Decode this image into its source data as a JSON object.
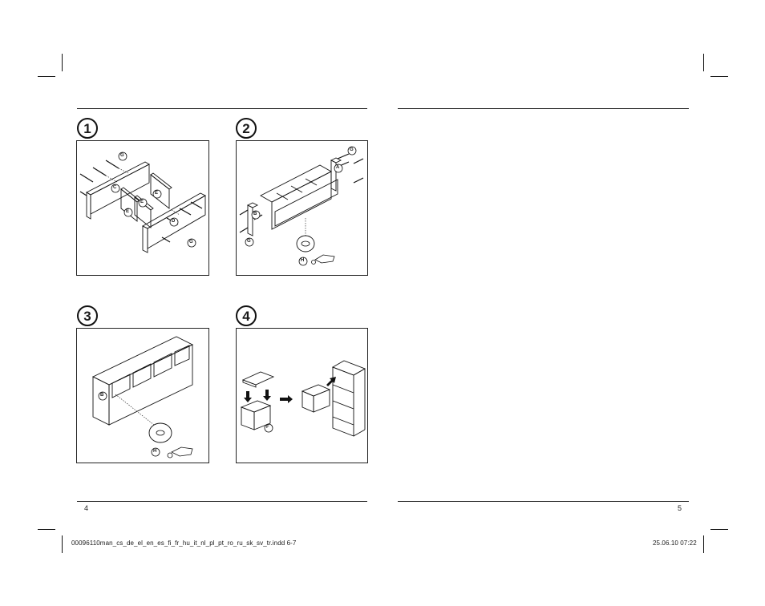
{
  "steps": [
    {
      "number": "1",
      "labels": [
        "G",
        "C",
        "E",
        "E",
        "E",
        "D",
        "G"
      ]
    },
    {
      "number": "2",
      "labels": [
        "G",
        "A",
        "B",
        "G",
        "H"
      ]
    },
    {
      "number": "3",
      "labels": [
        "B",
        "H"
      ]
    },
    {
      "number": "4",
      "labels": [
        "F"
      ]
    }
  ],
  "footer": {
    "left_page": "4",
    "right_page": "5",
    "file_name": "00096110man_cs_de_el_en_es_fi_fr_hu_it_nl_pl_pt_ro_ru_sk_sv_tr.indd   6-7",
    "date_time": "25.06.10   07:22"
  }
}
